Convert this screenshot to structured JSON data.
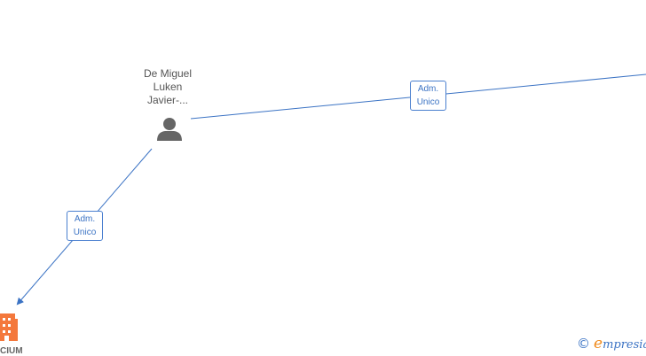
{
  "person": {
    "name_lines": [
      "De Miguel",
      "Luken",
      "Javier-..."
    ],
    "icon": "person-icon"
  },
  "edges": [
    {
      "label_lines": [
        "Adm.",
        "Unico"
      ]
    },
    {
      "label_lines": [
        "Adm.",
        "Unico"
      ]
    }
  ],
  "company": {
    "label": "CIUM",
    "icon": "building-icon"
  },
  "watermark": {
    "copyright": "©",
    "brand_initial": "e",
    "brand_rest": "mpresia"
  },
  "colors": {
    "edge": "#3b73c4",
    "person_icon": "#666666",
    "company_icon": "#f4783c",
    "brand_initial": "#f08a1c"
  }
}
